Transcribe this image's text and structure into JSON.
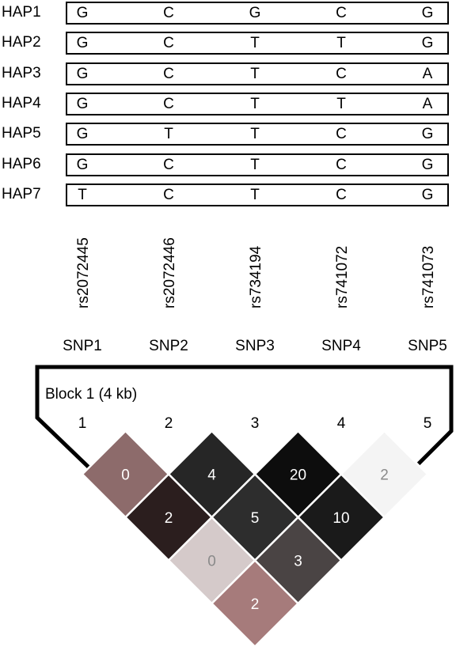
{
  "haplotypes": [
    {
      "label": "HAP1",
      "alleles": [
        "G",
        "C",
        "G",
        "C",
        "G"
      ]
    },
    {
      "label": "HAP2",
      "alleles": [
        "G",
        "C",
        "T",
        "T",
        "G"
      ]
    },
    {
      "label": "HAP3",
      "alleles": [
        "G",
        "C",
        "T",
        "C",
        "A"
      ]
    },
    {
      "label": "HAP4",
      "alleles": [
        "G",
        "C",
        "T",
        "T",
        "A"
      ]
    },
    {
      "label": "HAP5",
      "alleles": [
        "G",
        "T",
        "T",
        "C",
        "G"
      ]
    },
    {
      "label": "HAP6",
      "alleles": [
        "G",
        "C",
        "T",
        "C",
        "G"
      ]
    },
    {
      "label": "HAP7",
      "alleles": [
        "T",
        "C",
        "T",
        "C",
        "G"
      ]
    }
  ],
  "snps": [
    {
      "rsid": "rs2072445",
      "label": "SNP1",
      "index": "1"
    },
    {
      "rsid": "rs2072446",
      "label": "SNP2",
      "index": "2"
    },
    {
      "rsid": "rs734194",
      "label": "SNP3",
      "index": "3"
    },
    {
      "rsid": "rs741072",
      "label": "SNP4",
      "index": "4"
    },
    {
      "rsid": "rs741073",
      "label": "SNP5",
      "index": "5"
    }
  ],
  "ld_block": {
    "label": "Block 1 (4 kb)",
    "cells": [
      {
        "i": 1,
        "j": 2,
        "value": "0",
        "fill": "#8d6b6b",
        "text_color": "#ffffff"
      },
      {
        "i": 2,
        "j": 3,
        "value": "4",
        "fill": "#262626",
        "text_color": "#ffffff"
      },
      {
        "i": 3,
        "j": 4,
        "value": "20",
        "fill": "#0d0d0d",
        "text_color": "#ffffff"
      },
      {
        "i": 4,
        "j": 5,
        "value": "2",
        "fill": "#f4f4f4",
        "text_color": "#8a8a8a"
      },
      {
        "i": 1,
        "j": 3,
        "value": "2",
        "fill": "#2b1e1e",
        "text_color": "#ffffff"
      },
      {
        "i": 2,
        "j": 4,
        "value": "5",
        "fill": "#2d2d2d",
        "text_color": "#ffffff"
      },
      {
        "i": 3,
        "j": 5,
        "value": "10",
        "fill": "#1a1a1a",
        "text_color": "#ffffff"
      },
      {
        "i": 1,
        "j": 4,
        "value": "0",
        "fill": "#d5caca",
        "text_color": "#8a8a8a"
      },
      {
        "i": 2,
        "j": 5,
        "value": "3",
        "fill": "#4a4444",
        "text_color": "#ffffff"
      },
      {
        "i": 1,
        "j": 5,
        "value": "2",
        "fill": "#a67b7b",
        "text_color": "#ffffff"
      }
    ]
  }
}
